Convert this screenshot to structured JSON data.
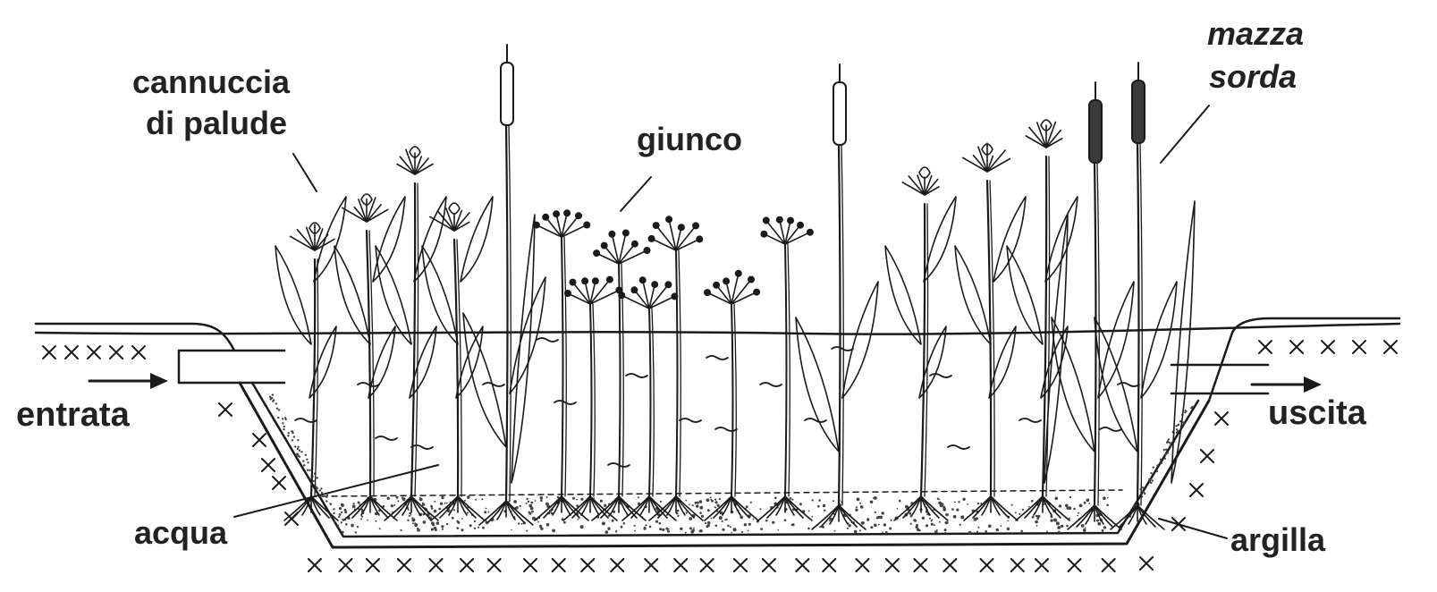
{
  "labels": {
    "reed": [
      "cannuccia",
      "di palude"
    ],
    "rush": "giunco",
    "cattail": [
      "mazza",
      "sorda"
    ],
    "inlet": "entrata",
    "outlet": "uscita",
    "water": "acqua",
    "clay": "argilla"
  },
  "colors": {
    "ink": "#1a1a1a",
    "label": "#222222",
    "background": "#ffffff"
  }
}
